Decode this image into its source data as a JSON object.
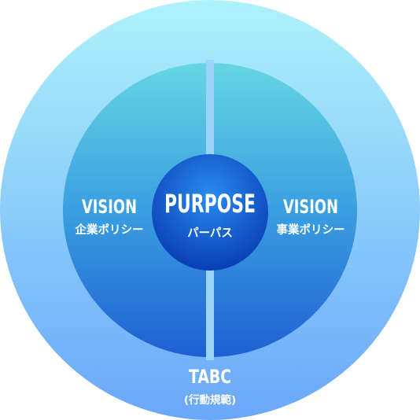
{
  "diagram": {
    "core": {
      "title": "PURPOSE",
      "subtitle": "パーパス"
    },
    "left": {
      "title": "VISION",
      "subtitle": "企業ポリシー"
    },
    "right": {
      "title": "VISION",
      "subtitle": "事業ポリシー"
    },
    "outer": {
      "title": "TABC",
      "subtitle": "(行動規範)"
    },
    "colors": {
      "outer_top": "#aef2fb",
      "outer_bottom": "#6aa7f9",
      "inner_top": "#66d6e2",
      "inner_bottom": "#1f5fd3",
      "core_light": "#2a8cef",
      "core_dark": "#0a3eb6",
      "text": "#ffffff"
    }
  }
}
